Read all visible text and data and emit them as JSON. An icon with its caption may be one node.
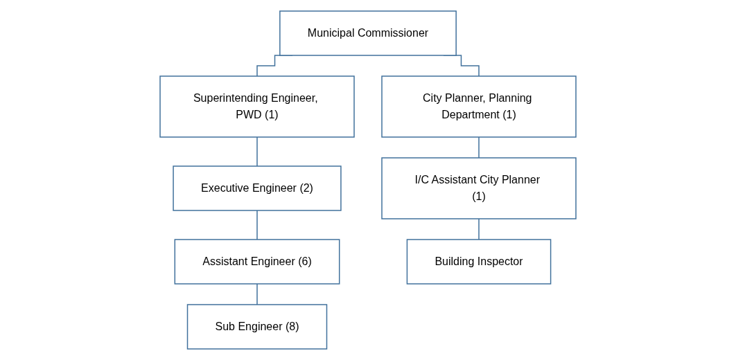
{
  "diagram": {
    "nodes": [
      {
        "text": [
          "Municipal Commissioner"
        ]
      },
      {
        "text": [
          "Superintending Engineer, PWD (1)"
        ]
      },
      {
        "text": [
          "City Planner, Planning Department (1)"
        ]
      },
      {
        "text": [
          "Executive Engineer (2)"
        ]
      },
      {
        "text": [
          "I/C Assistant City Planner (1)"
        ]
      },
      {
        "text": [
          "Assistant Engineer (6)"
        ]
      },
      {
        "text": [
          "Building Inspector"
        ]
      },
      {
        "text": [
          "Sub Engineer (8)"
        ]
      }
    ],
    "edges": [
      {
        "from": 0,
        "to": 1,
        "arrow": "none"
      },
      {
        "from": 0,
        "to": 2,
        "arrow": "none"
      },
      {
        "from": 1,
        "to": 3,
        "arrow": "none"
      },
      {
        "from": 2,
        "to": 4,
        "arrow": "none"
      },
      {
        "from": 3,
        "to": 5,
        "arrow": "none"
      },
      {
        "from": 4,
        "to": 6,
        "arrow": "none"
      },
      {
        "from": 5,
        "to": 7,
        "arrow": "none"
      }
    ]
  }
}
